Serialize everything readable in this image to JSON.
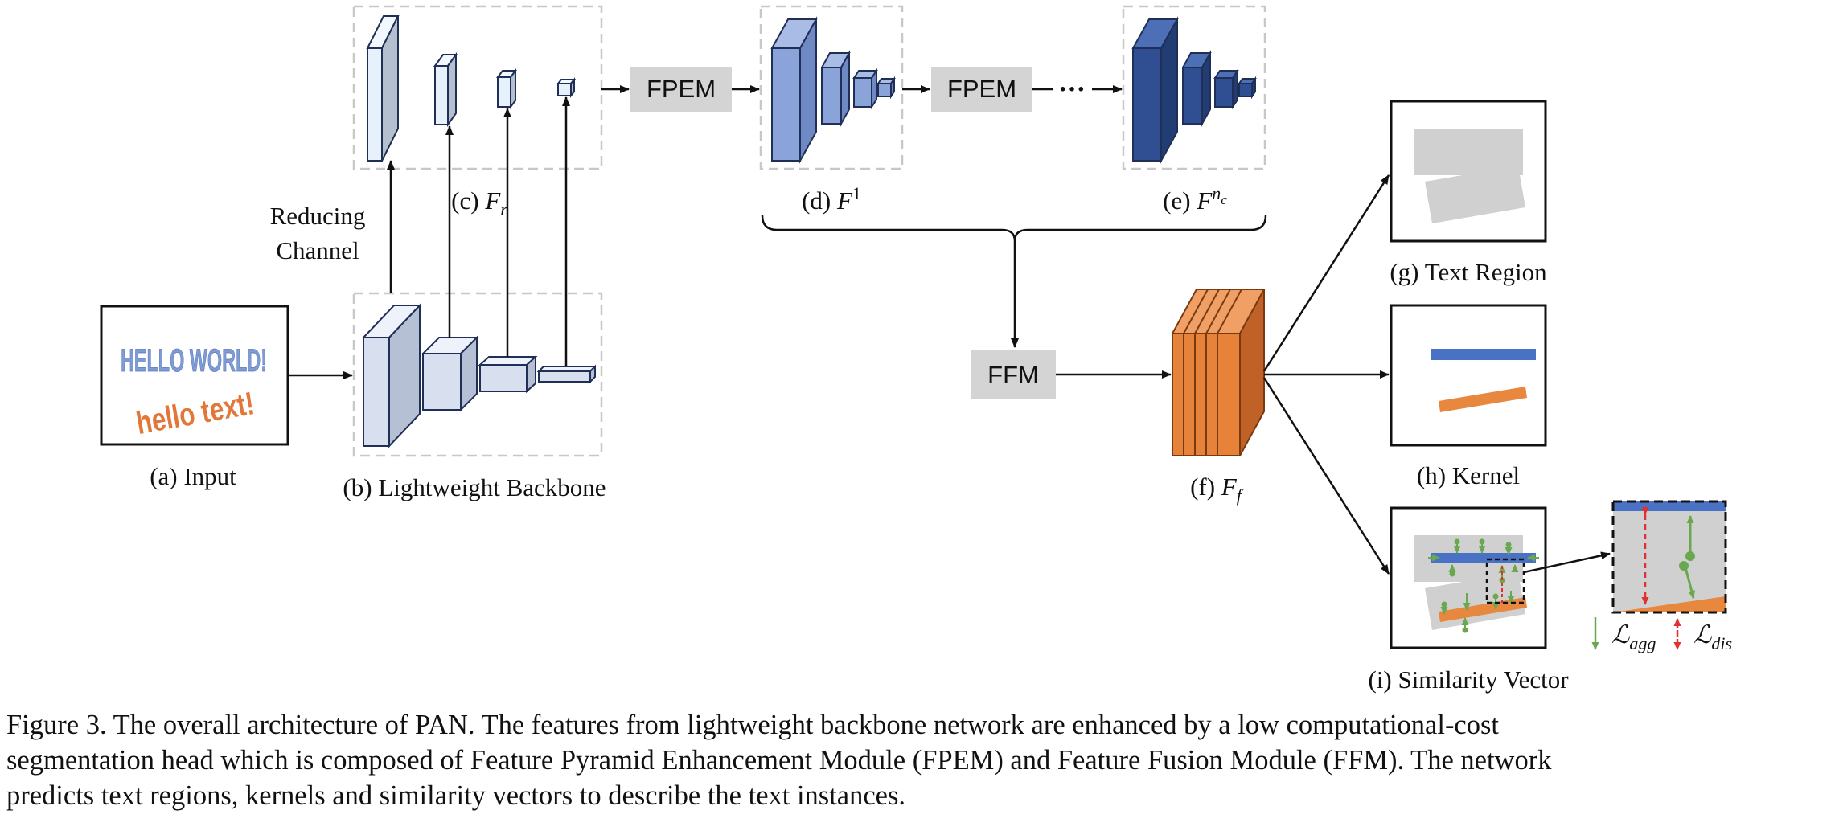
{
  "labels": {
    "input": "(a) Input",
    "backbone": "(b) Lightweight Backbone",
    "reduced_prefix": "(c) ",
    "reduced_var": "F",
    "reduced_sub": "r",
    "fpem1_prefix": "(d) ",
    "fpem1_var": "F",
    "fpem1_sup": "1",
    "fpemn_prefix": "(e) ",
    "fpemn_var": "F",
    "fpemn_sup": "n",
    "fpemn_sup_sub": "c",
    "fused_prefix": "(f) ",
    "fused_var": "F",
    "fused_sub": "f",
    "text_region": "(g) Text Region",
    "kernel": "(h) Kernel",
    "similarity": "(i) Similarity Vector",
    "reducing_line1": "Reducing",
    "reducing_line2": "Channel",
    "dots": "···",
    "loss_agg_var": "ℒ",
    "loss_agg_sub": "agg",
    "loss_dis_var": "ℒ",
    "loss_dis_sub": "dis"
  },
  "modules": {
    "fpem_a": "FPEM",
    "fpem_b": "FPEM",
    "ffm": "FFM"
  },
  "input_image": {
    "line1": "HELLO WORLD!",
    "line2": "hello text!"
  },
  "caption": {
    "line1": "Figure 3. The overall architecture of PAN. The features from lightweight backbone network are enhanced by a low computational-cost",
    "line2": "segmentation head which is composed of Feature Pyramid Enhancement Module (FPEM) and Feature Fusion Module (FFM). The network",
    "line3": "predicts text regions, kernels and similarity vectors to describe the text instances."
  },
  "colors": {
    "box_gray": "#d4d4d4",
    "dashed_border": "#c8c8c8",
    "backbone_fill": "#d8e0f0",
    "backbone_side": "#b6c0d4",
    "reduced_fill": "#e6f1fb",
    "fpem1_fill": "#8aa3d8",
    "fpemn_fill": "#2f4f92",
    "fused_fill": "#e6823a",
    "blue_bar": "#4a72c4",
    "orange_bar": "#e8873e",
    "green": "#6aa84f",
    "red": "#e03030"
  },
  "icons": [
    "arrow-icon",
    "brace-icon",
    "feature-map-icon"
  ]
}
